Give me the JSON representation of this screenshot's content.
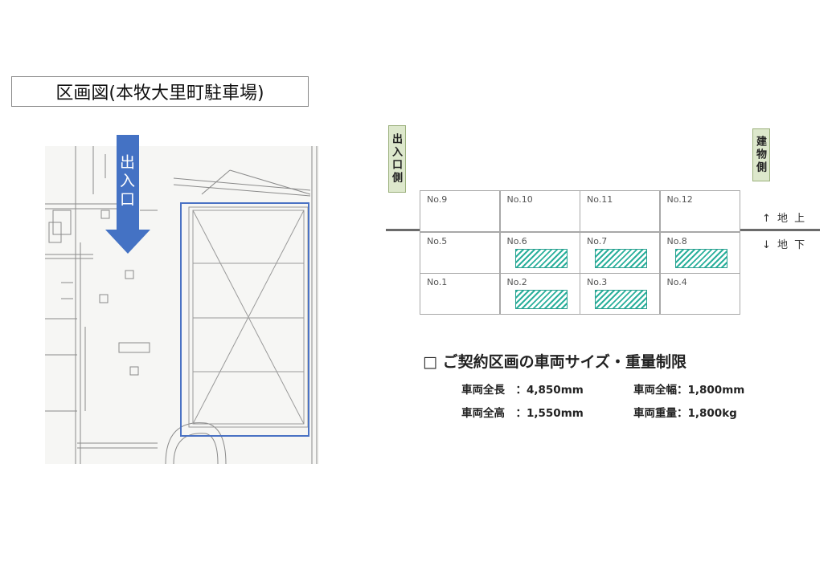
{
  "title": "区画図(本牧大里町駐車場)",
  "entrance_arrow_label": "出入口",
  "side_labels": {
    "entrance_side": "出入口側",
    "building_side": "建物側"
  },
  "levels": {
    "above": "↑ 地 上",
    "below": "↓ 地 下"
  },
  "parking_rows": [
    [
      {
        "label": "No.9",
        "contracted": false
      },
      {
        "label": "No.10",
        "contracted": false
      },
      {
        "label": "No.11",
        "contracted": false
      },
      {
        "label": "No.12",
        "contracted": false
      }
    ],
    [
      {
        "label": "No.5",
        "contracted": false
      },
      {
        "label": "No.6",
        "contracted": true
      },
      {
        "label": "No.7",
        "contracted": true
      },
      {
        "label": "No.8",
        "contracted": true
      }
    ],
    [
      {
        "label": "No.1",
        "contracted": false
      },
      {
        "label": "No.2",
        "contracted": true
      },
      {
        "label": "No.3",
        "contracted": true
      },
      {
        "label": "No.4",
        "contracted": false
      }
    ]
  ],
  "specs": {
    "title": "□ ご契約区画の車両サイズ・重量制限",
    "length": "車両全長　：4,850mm",
    "width": "車両全幅：1,800mm",
    "height": "車両全高　：1,550mm",
    "weight": "車両重量：1,800kg"
  },
  "colors": {
    "frame_blue": "#4a72c4",
    "arrow_blue": "#4472c4",
    "hatch_teal": "#2bb09c",
    "label_green": "#dde8cc"
  }
}
